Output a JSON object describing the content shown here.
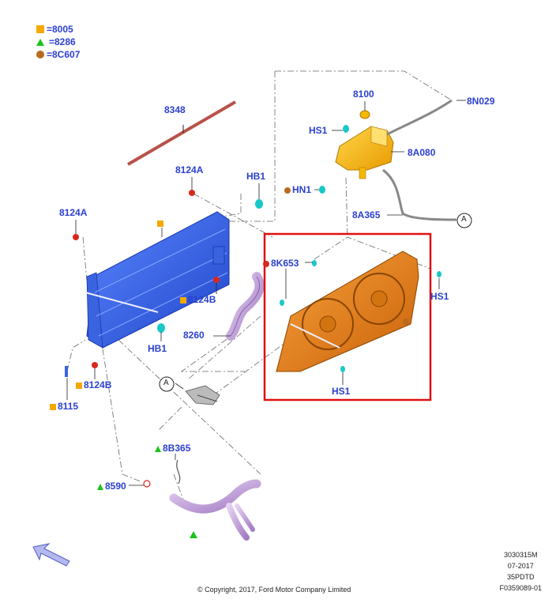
{
  "legend": [
    {
      "symbol": "square",
      "color": "#f5a800",
      "text": "=8005"
    },
    {
      "symbol": "triangle",
      "color": "#19c319",
      "text": "=8286"
    },
    {
      "symbol": "circle",
      "color": "#b86a1c",
      "text": "=8C607"
    }
  ],
  "labels": {
    "l8348": "8348",
    "l8124A_top": "8124A",
    "lHB1_top": "HB1",
    "l8124A_left": "8124A",
    "l8124B_mid": "8124B",
    "lHB1_mid": "HB1",
    "l8260": "8260",
    "l8124B_low": "8124B",
    "l8115": "8115",
    "l8100": "8100",
    "l8N029": "8N029",
    "lHS1_tank": "HS1",
    "l8A080": "8A080",
    "lHN1": "HN1",
    "l8A365": "8A365",
    "lA_right": "A",
    "l8K653": "8K653",
    "lHS1_right": "HS1",
    "lHS1_bottom": "HS1",
    "lA_left": "A",
    "l8B365": "8B365",
    "l8590": "8590"
  },
  "footer": {
    "copyright": "© Copyright, 2017, Ford Motor Company Limited",
    "ref1": "3030315M",
    "ref2": "07-2017",
    "ref3": "35PDTD",
    "ref4": "F0359089-01"
  },
  "colors": {
    "label": "#2a3fd0",
    "radiator": "#2e5fe8",
    "fan": "#e8830e",
    "tank": "#f5b800",
    "hose": "#c9a8e0",
    "highlight": "#e01010"
  }
}
